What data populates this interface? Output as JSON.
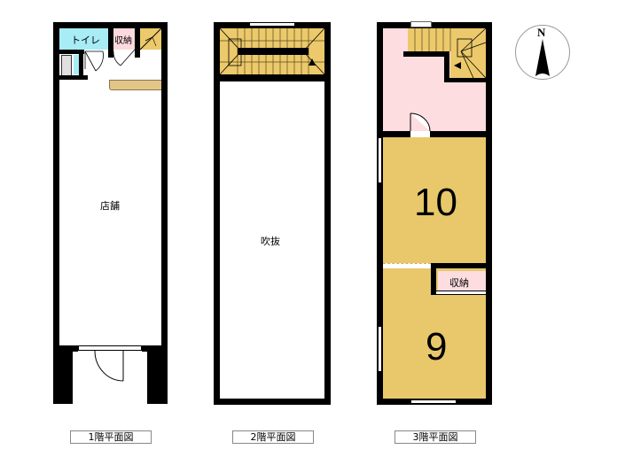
{
  "colors": {
    "wall": "#000000",
    "toilet": "#a8ecf6",
    "storage": "#fcd9dc",
    "stairs": "#ecc96a",
    "room_tatami": "#e8c86a",
    "hall_3f": "#fddde0",
    "counter": "#e2c687",
    "background": "#ffffff"
  },
  "floor1": {
    "caption": "1階平面図",
    "rooms": {
      "toilet": "トイレ",
      "storage": "収納",
      "shop": "店舗"
    }
  },
  "floor2": {
    "caption": "2階平面図",
    "rooms": {
      "void": "吹抜"
    }
  },
  "floor3": {
    "caption": "3階平面図",
    "rooms": {
      "room_a_size": "10",
      "room_b_size": "9",
      "storage": "収納"
    }
  },
  "compass": {
    "label": "N"
  }
}
